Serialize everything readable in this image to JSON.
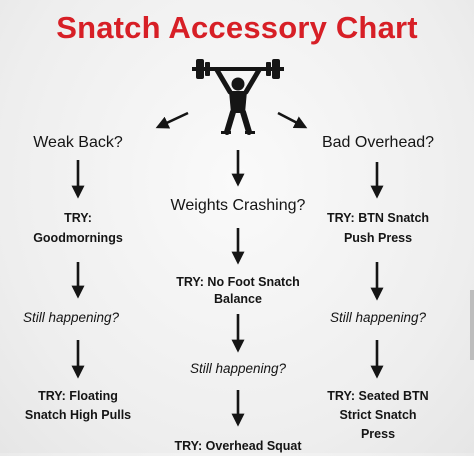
{
  "title": "Snatch Accessory Chart",
  "colors": {
    "title": "#d71f26",
    "ink": "#151515"
  },
  "icons": [
    "weightlifter-icon",
    "arrow-down-icon",
    "arrow-diagonal-icon"
  ],
  "columns": {
    "left": {
      "question": "Weak Back?",
      "try1_a": "TRY:",
      "try1_b": "Goodmornings",
      "still": "Still happening?",
      "try2_a": "TRY: Floating",
      "try2_b": "Snatch High Pulls"
    },
    "center": {
      "question": "Weights Crashing?",
      "try1_a": "TRY: No Foot Snatch",
      "try1_b": "Balance",
      "still": "Still happening?",
      "try2_a": "TRY: Overhead Squat"
    },
    "right": {
      "question": "Bad Overhead?",
      "try1_a": "TRY: BTN Snatch",
      "try1_b": "Push Press",
      "still": "Still happening?",
      "try2_a": "TRY: Seated BTN",
      "try2_b": "Strict Snatch",
      "try2_c": "Press"
    }
  }
}
